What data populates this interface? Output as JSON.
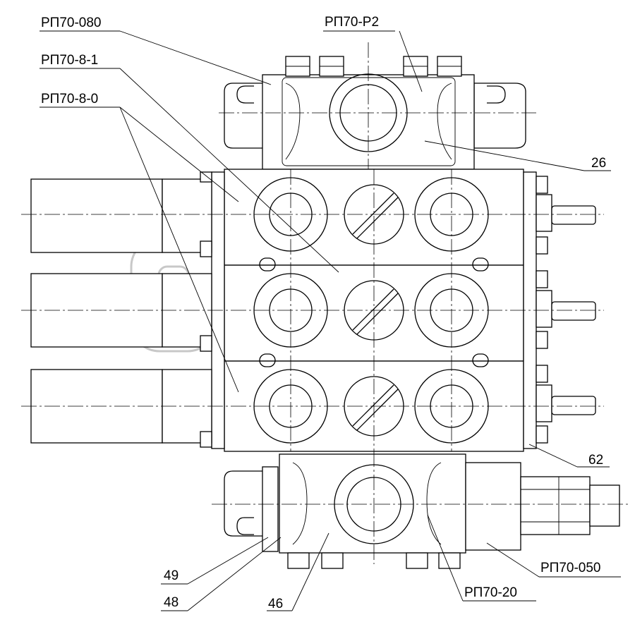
{
  "labels": {
    "rp70_080": "РП70-080",
    "rp70_p2": "РП70-Р2",
    "rp70_8_1": "РП70-8-1",
    "rp70_8_0": "РП70-8-0",
    "n26": "26",
    "n62": "62",
    "rp70_050": "РП70-050",
    "n49": "49",
    "n48": "48",
    "n46": "46",
    "rp70_20": "РП70-20"
  },
  "watermark": {
    "tm": "™"
  }
}
